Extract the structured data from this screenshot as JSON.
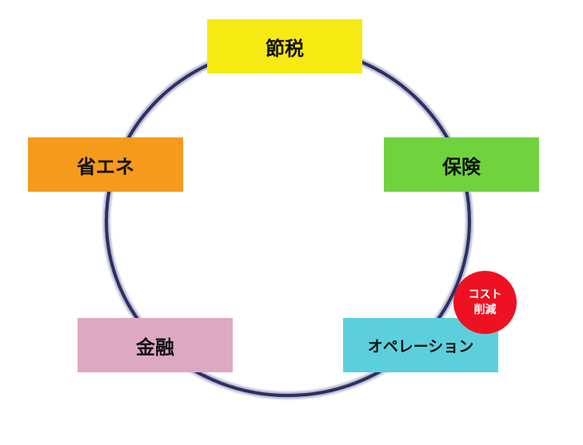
{
  "colors": {
    "ring": "#2a2f66",
    "tax": "#f5ea12",
    "insurance": "#6fd33e",
    "operations": "#5ccfdd",
    "finance": "#dda8c2",
    "energy": "#f59a1c",
    "badge": "#ee1122"
  },
  "cycle": {
    "items": [
      {
        "id": "tax",
        "label": "節税"
      },
      {
        "id": "insurance",
        "label": "保険"
      },
      {
        "id": "operations",
        "label": "オペレーション"
      },
      {
        "id": "finance",
        "label": "金融"
      },
      {
        "id": "energy",
        "label": "省エネ"
      }
    ]
  },
  "badge": {
    "line1": "コスト",
    "line2": "削減"
  }
}
